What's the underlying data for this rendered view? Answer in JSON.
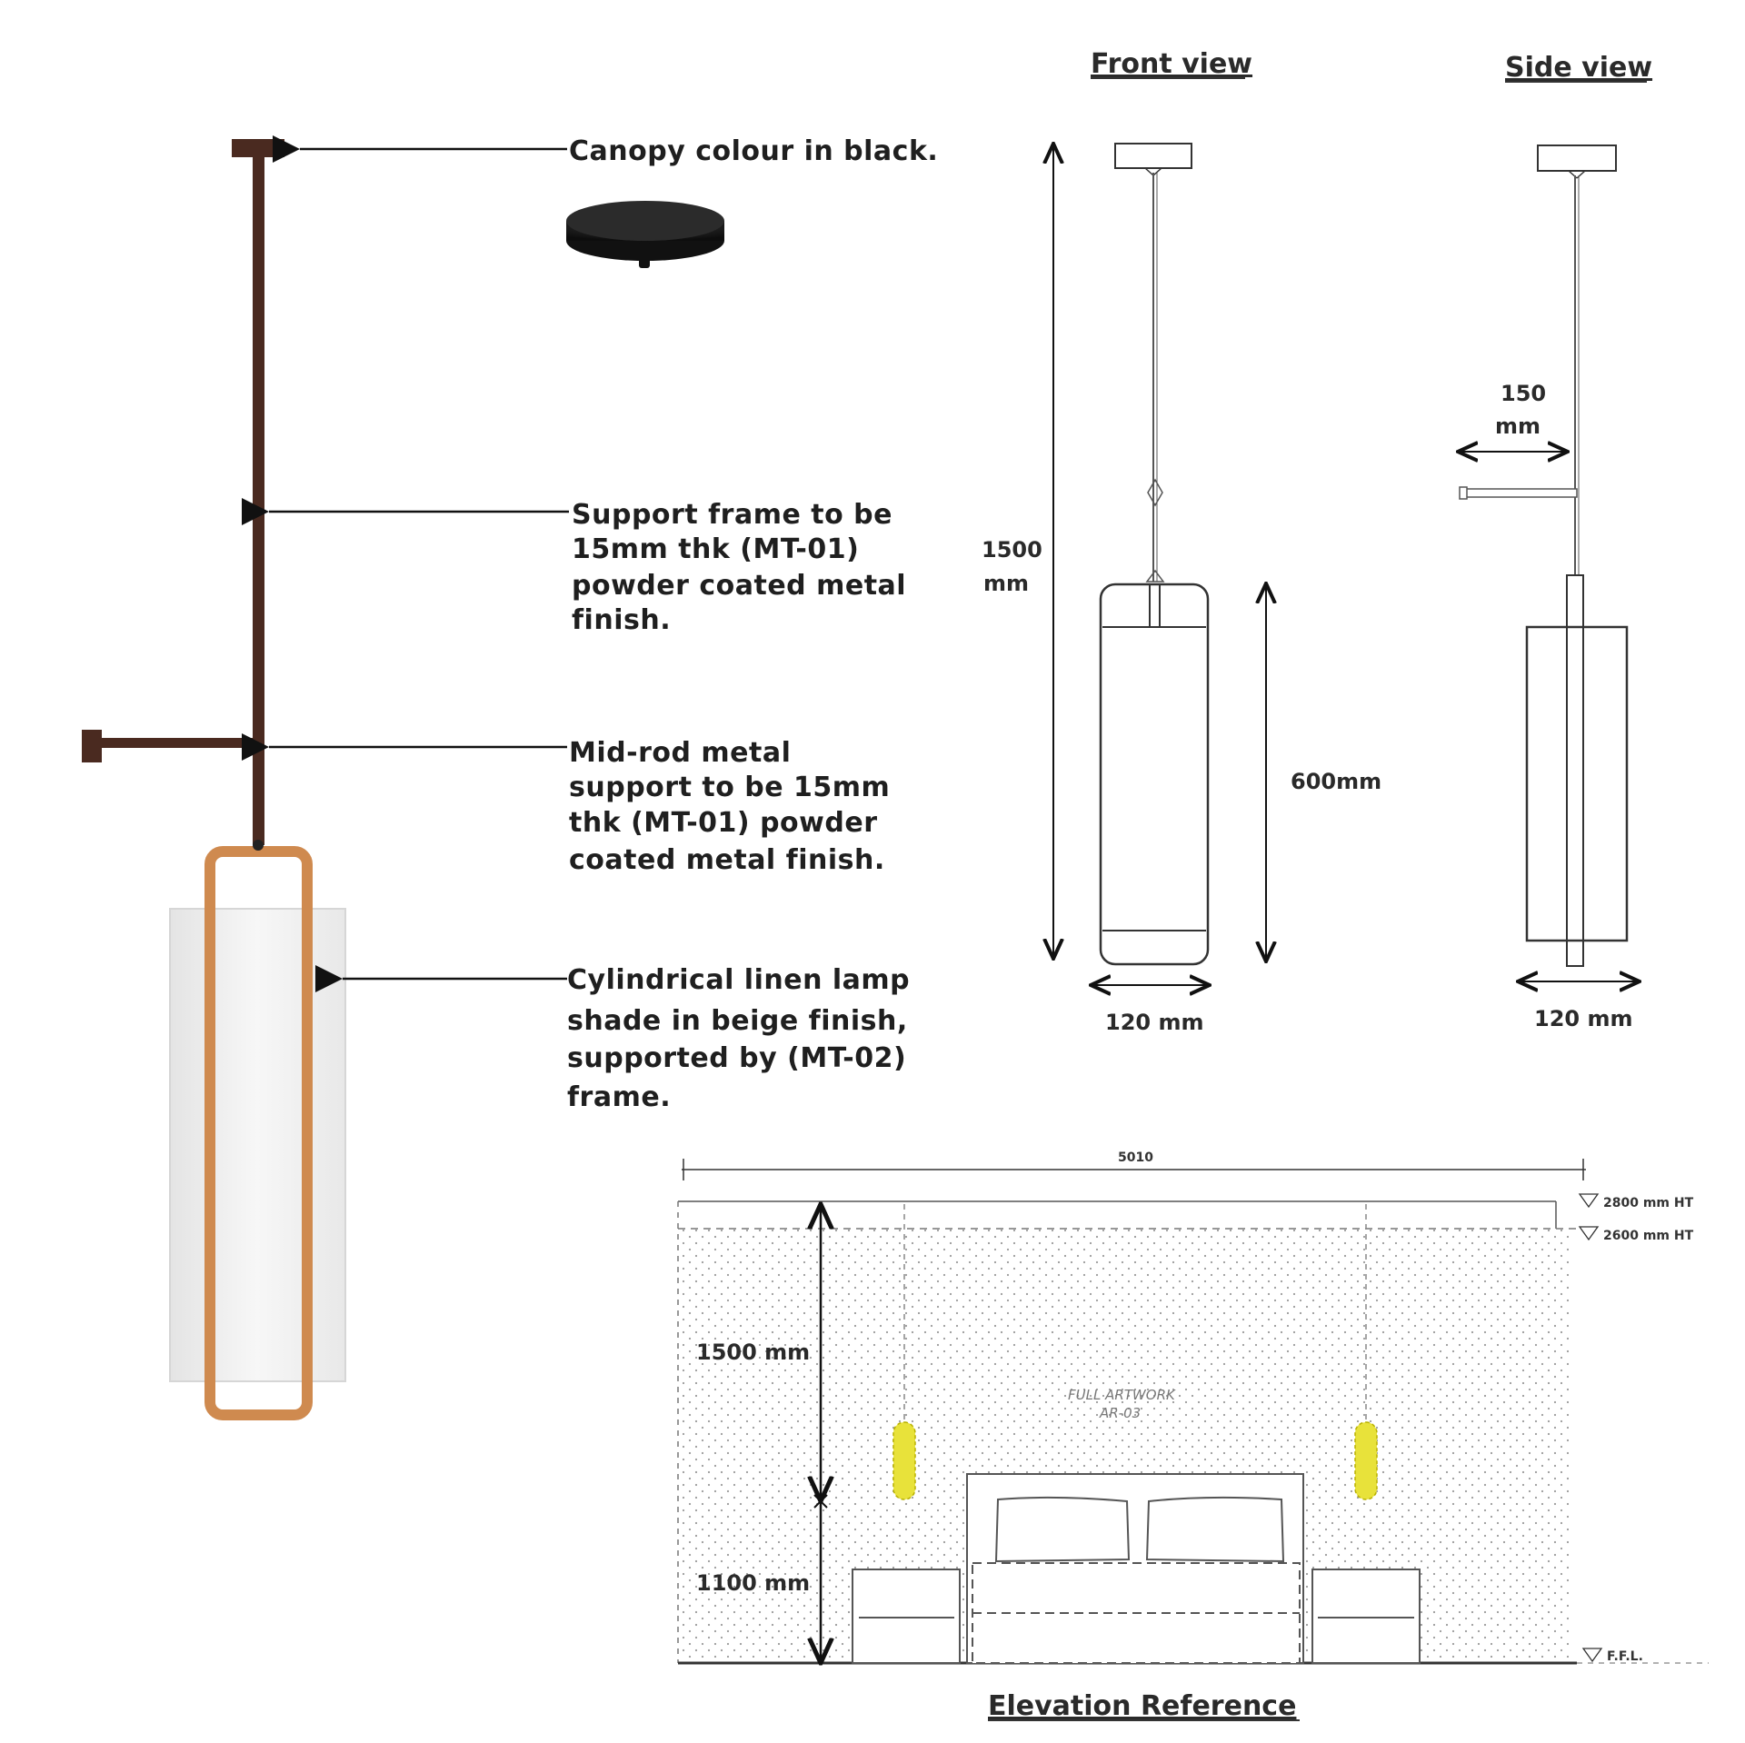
{
  "annotations": {
    "canopy": "Canopy colour in black.",
    "support_frame": [
      "Support frame to be",
      "15mm thk (MT-01)",
      "powder coated metal",
      "finish."
    ],
    "mid_rod": [
      "Mid-rod metal",
      "support to be 15mm",
      "thk (MT-01) powder",
      "coated metal finish."
    ],
    "shade": [
      "Cylindrical linen lamp",
      "shade in beige finish,",
      "supported by (MT-02)",
      "frame."
    ]
  },
  "front_view": {
    "title": "Front view",
    "overall_height": [
      "1500",
      "mm"
    ],
    "shade_height": "600mm",
    "width": "120 mm"
  },
  "side_view": {
    "title": "Side view",
    "offset": [
      "150",
      "mm"
    ],
    "width": "120 mm"
  },
  "elevation": {
    "title": "Elevation Reference",
    "overall_width": "5010",
    "ceiling_top": "2800 mm HT",
    "ceiling_bottom": "2600 mm HT",
    "drop_height": "1500 mm",
    "mount_height": "1100 mm",
    "floor": "F.F.L.",
    "artwork": [
      "FULL ARTWORK",
      "AR-03"
    ]
  },
  "colors": {
    "rod": "#4a2a20",
    "frame_copper": "#cf8a4f",
    "shade": "#efefef",
    "canopy_black": "#1a1a1a",
    "pendant_yellow": "#e8e23a"
  }
}
